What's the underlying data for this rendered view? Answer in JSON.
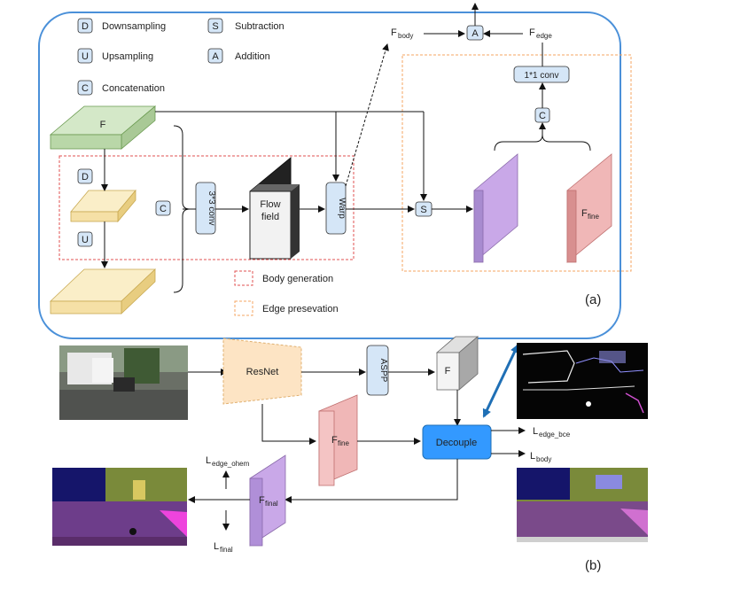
{
  "legend": {
    "downsampling": {
      "letter": "D",
      "label": "Downsampling"
    },
    "upsampling": {
      "letter": "U",
      "label": "Upsampling"
    },
    "concatenation": {
      "letter": "C",
      "label": "Concatenation"
    },
    "subtraction": {
      "letter": "S",
      "label": "Subtraction"
    },
    "addition": {
      "letter": "A",
      "label": "Addition"
    },
    "body_generation": "Body generation",
    "edge_preservation": "Edge presevation"
  },
  "top": {
    "f_label": "F",
    "d": "D",
    "u": "U",
    "c_left": "C",
    "conv": "3*3 conv",
    "flow_field": [
      "Flow",
      "field"
    ],
    "warp": "Warp",
    "s": "S",
    "a": "A",
    "f_body": {
      "main": "F",
      "sub": "body"
    },
    "f_edge": {
      "main": "F",
      "sub": "edge"
    },
    "conv1x1": "1*1 conv",
    "c_right": "C",
    "f_fine": {
      "main": "F",
      "sub": "fine"
    },
    "caption": "(a)"
  },
  "bottom": {
    "resnet": "ResNet",
    "aspp": "ASPP",
    "f": "F",
    "f_fine": {
      "main": "F",
      "sub": "fine"
    },
    "decouple": "Decouple",
    "l_edge_bce": {
      "main": "L",
      "sub": "edge_bce"
    },
    "l_body": {
      "main": "L",
      "sub": "body"
    },
    "l_edge_ohem": {
      "main": "L",
      "sub": "edge_ohem"
    },
    "f_final": {
      "main": "F",
      "sub": "final"
    },
    "l_final": {
      "main": "L",
      "sub": "final"
    },
    "caption": "(b)"
  },
  "colors": {
    "frame": "#4a90d9",
    "green": "#b9d7a8",
    "yellow": "#f5e0a6",
    "purple": "#c9a8e8",
    "pink": "#f0b7b7",
    "node": "#d5e6f7",
    "resnet": "#fde4c4",
    "decouple": "#3399ff",
    "arrow_blue": "#1f6fb5"
  }
}
